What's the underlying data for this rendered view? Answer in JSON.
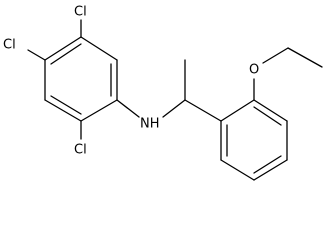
{
  "molecule": {
    "atoms": {
      "cl_top": "Cl",
      "cl_left": "Cl",
      "cl_bottom": "Cl",
      "nh": "NH",
      "o": "O"
    },
    "colors": {
      "bond": "#000000",
      "label": "#000000",
      "background": "#ffffff"
    }
  }
}
